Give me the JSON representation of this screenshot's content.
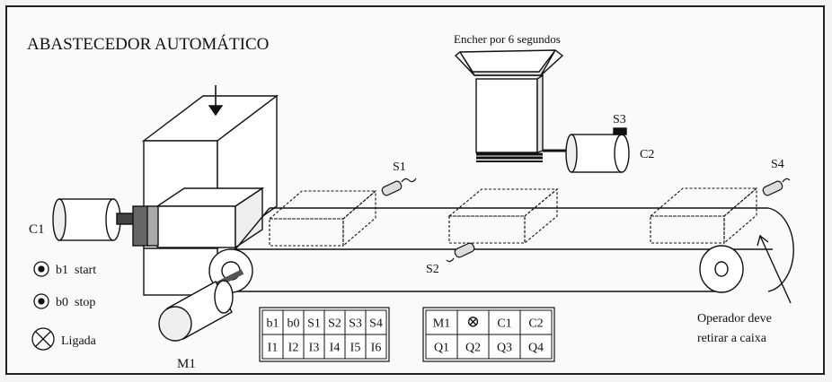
{
  "title": "ABASTECEDOR AUTOMÁTICO",
  "hopper_label": "Encher por 6 segundos",
  "sensors": {
    "s1": "S1",
    "s2": "S2",
    "s3": "S3",
    "s4": "S4"
  },
  "motors": {
    "c1": "C1",
    "c2": "C2",
    "m1": "M1"
  },
  "controls": {
    "start": "b1  start",
    "stop": "b0  stop",
    "lamp": "Ligada"
  },
  "operator_note": {
    "line1": "Operador deve",
    "line2": "retirar a caixa"
  },
  "input_table": {
    "top": [
      "b1",
      "b0",
      "S1",
      "S2",
      "S3",
      "S4"
    ],
    "bottom": [
      "I1",
      "I2",
      "I3",
      "I4",
      "I5",
      "I6"
    ]
  },
  "output_table": {
    "top": [
      "M1",
      "⊗",
      "C1",
      "C2"
    ],
    "bottom": [
      "Q1",
      "Q2",
      "Q3",
      "Q4"
    ]
  }
}
